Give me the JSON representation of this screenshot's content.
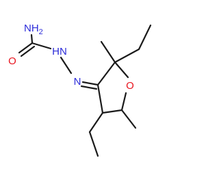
{
  "molecule": {
    "atoms": {
      "amide_n": {
        "symbol": "NH",
        "subscript": "2",
        "color": "#2b2bd9"
      },
      "carbonyl_o": {
        "symbol": "O",
        "color": "#e8141e"
      },
      "hydrazine_nh": {
        "symbol": "HN",
        "color": "#2b2bd9"
      },
      "imine_n": {
        "symbol": "N",
        "color": "#2b2bd9"
      },
      "ring_o": {
        "symbol": "O",
        "color": "#e8141e"
      }
    },
    "bond_color": "#1a1a1a",
    "background": "#ffffff"
  }
}
